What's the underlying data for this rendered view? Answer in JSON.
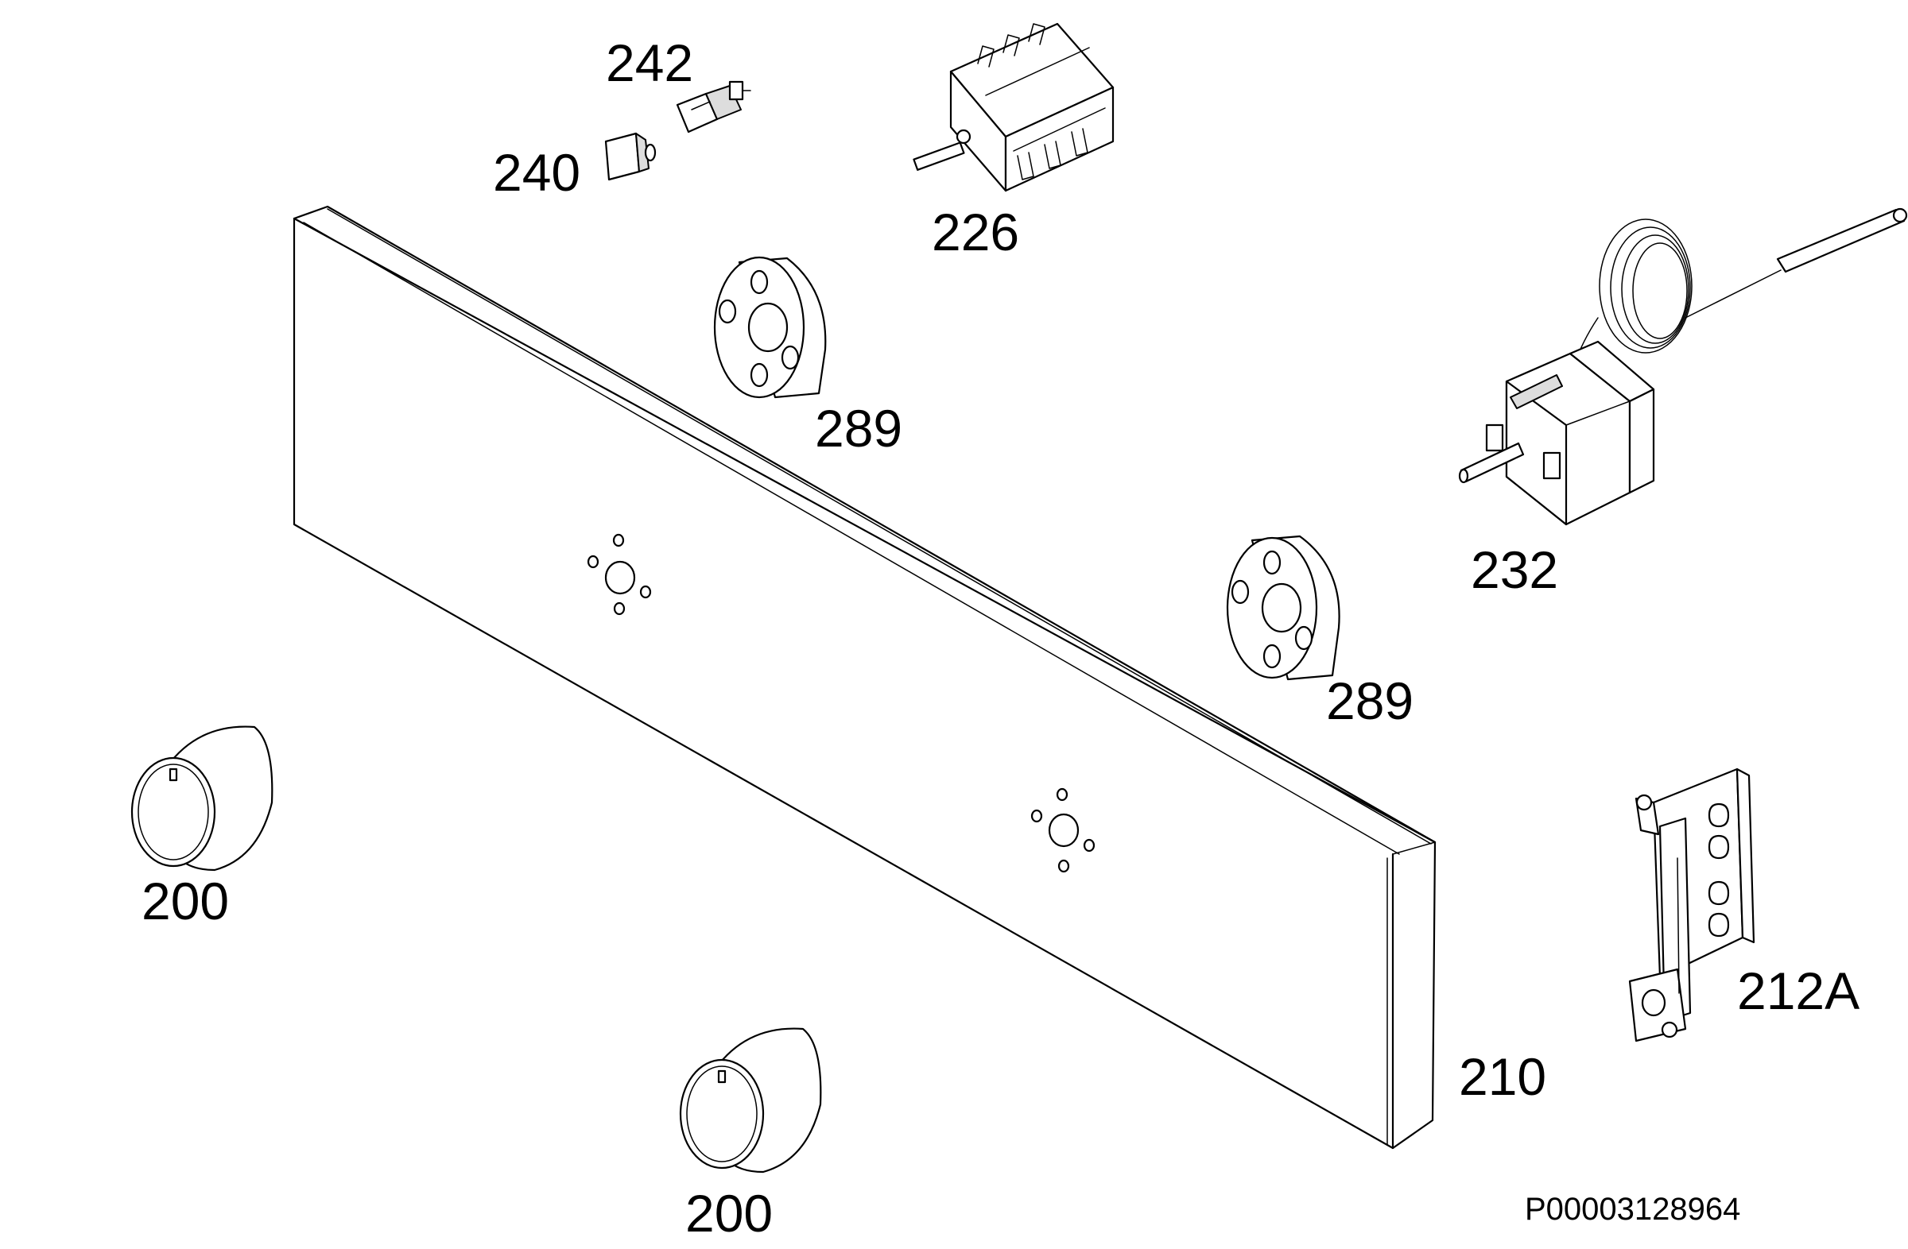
{
  "diagram": {
    "labels": {
      "p242": "242",
      "p240": "240",
      "p226": "226",
      "p289a": "289",
      "p289b": "289",
      "p232": "232",
      "p200a": "200",
      "p200b": "200",
      "p212a": "212A",
      "p210": "210"
    },
    "drawing_code": "P00003128964"
  }
}
